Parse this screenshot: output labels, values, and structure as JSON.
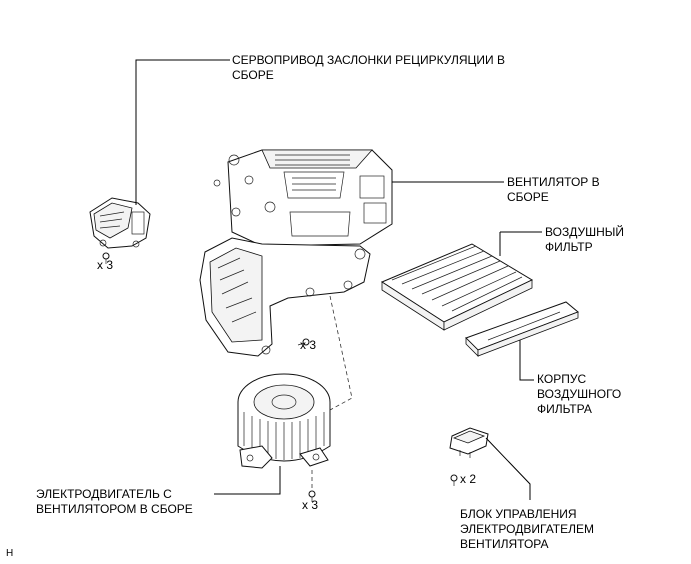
{
  "labels": {
    "recirc_servo": [
      "СЕРВОПРИВОД ЗАСЛОНКИ РЕЦИРКУЛЯЦИИ В",
      "СБОРЕ"
    ],
    "blower_assy": [
      "ВЕНТИЛЯТОР В",
      "СБОРЕ"
    ],
    "air_filter": [
      "ВОЗДУШНЫЙ",
      "ФИЛЬТР"
    ],
    "filter_case": [
      "КОРПУС",
      "ВОЗДУШНОГО",
      "ФИЛЬТРА"
    ],
    "motor_assy": [
      "ЭЛЕКТРОДВИГАТЕЛЬ С",
      "ВЕНТИЛЯТОРОМ В СБОРЕ"
    ],
    "control_unit": [
      "БЛОК УПРАВЛЕНИЯ",
      "ЭЛЕКТРОДВИГАТЕЛЕМ",
      "ВЕНТИЛЯТОРА"
    ]
  },
  "quantities": {
    "servo_screws": "x 3",
    "housing_screws": "x 3",
    "motor_screws": "x 3",
    "control_screws": "x 2"
  },
  "corner_mark": "H"
}
